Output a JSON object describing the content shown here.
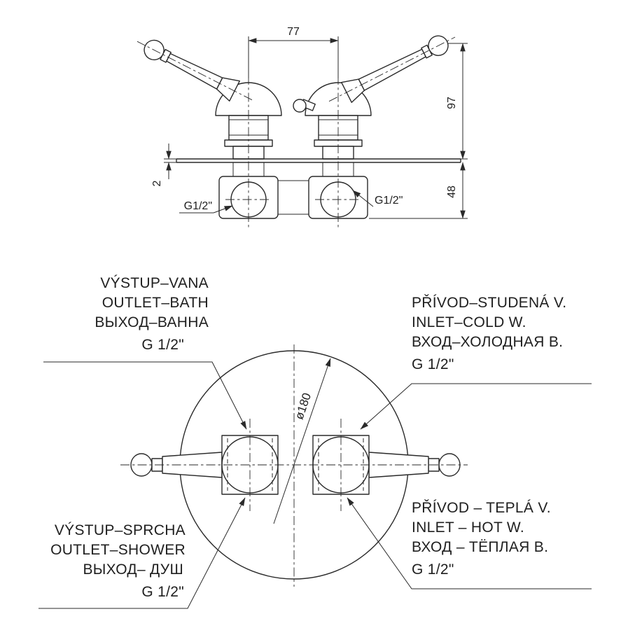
{
  "side_view": {
    "dim_width": "77",
    "dim_height": "97",
    "dim_depth": "48",
    "dim_plate_thickness": "2",
    "port_left": "G1/2\"",
    "port_right": "G1/2\""
  },
  "front_view": {
    "diameter": "ø180",
    "callouts": {
      "top_left": {
        "lines": [
          "VÝSTUP–VANA",
          "OUTLET–BATH",
          "ВЫХОД–ВАННА",
          "G 1/2\""
        ]
      },
      "top_right": {
        "lines": [
          "PŘÍVOD–STUDENÁ V.",
          "INLET–COLD W.",
          "ВХОД–ХОЛОДНАЯ В.",
          "G 1/2\""
        ]
      },
      "bottom_left": {
        "lines": [
          "VÝSTUP–SPRCHA",
          "OUTLET–SHOWER",
          "ВЫХОД– ДУШ",
          "G 1/2\""
        ]
      },
      "bottom_right": {
        "lines": [
          "PŘÍVOD – TEPLÁ V.",
          "INLET – HOT W.",
          "ВХОД – ТЁПЛАЯ В.",
          "G 1/2\""
        ]
      }
    }
  }
}
